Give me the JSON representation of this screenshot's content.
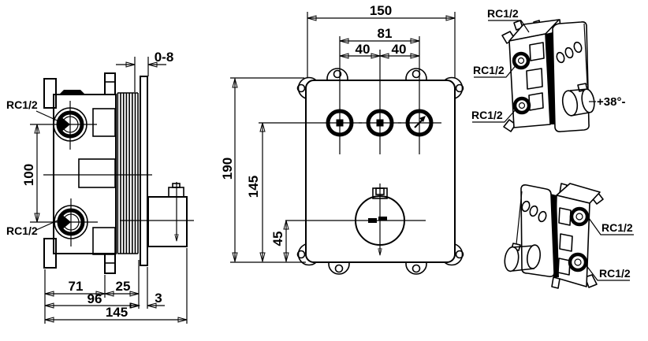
{
  "drawing": {
    "background": "#ffffff",
    "line_color": "#000000",
    "side_view": {
      "label_port_top": "RC1/2",
      "label_port_bottom": "RC1/2",
      "dim_port_spacing": "100",
      "dim_adjust_range": "0-8",
      "dim_depth_71": "71",
      "dim_depth_25": "25",
      "dim_depth_96": "96",
      "dim_plate_thickness": "3",
      "dim_total_depth": "145"
    },
    "front_view": {
      "dim_total_width": "150",
      "dim_outer_ports": "81",
      "dim_port_left": "40",
      "dim_port_right": "40",
      "dim_total_height": "190",
      "dim_ports_height": "145",
      "dim_knob_height": "45"
    },
    "iso_top": {
      "label_port_1": "RC1/2",
      "label_port_2": "RC1/2",
      "label_port_3": "RC1/2",
      "label_temp": "+38°-"
    },
    "iso_bottom": {
      "label_port_1": "RC1/2",
      "label_port_2": "RC1/2"
    }
  }
}
